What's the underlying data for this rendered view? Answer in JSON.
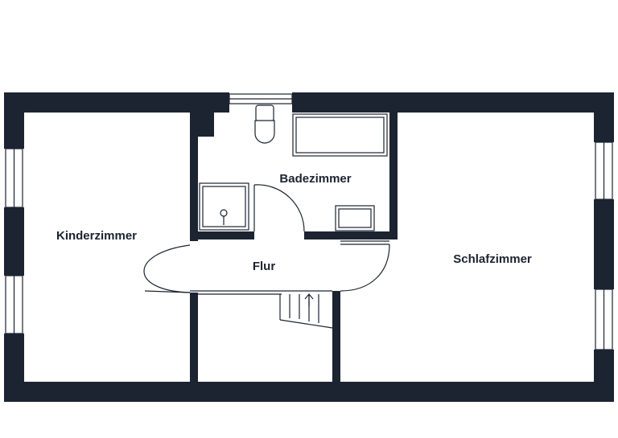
{
  "rooms": {
    "kinderzimmer": "Kinderzimmer",
    "badezimmer": "Badezimmer",
    "flur": "Flur",
    "schlafzimmer": "Schlafzimmer"
  },
  "colors": {
    "wall": "#1c2331",
    "background": "#ffffff"
  }
}
